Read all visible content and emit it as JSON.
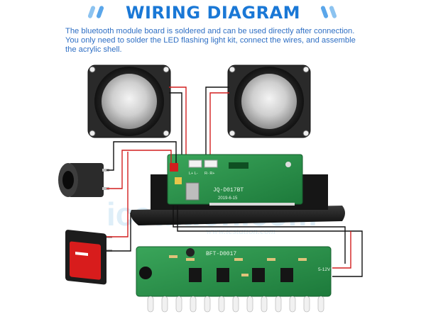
{
  "header": {
    "title": "WIRING DIAGRAM",
    "accent_color": "#1a78d6"
  },
  "description": {
    "line1": "The bluetooth module board is soldered and can be used directly after connection.",
    "line2": "You only need to solder the LED flashing light kit, connect the wires, and assemble",
    "line3": "the acrylic shell."
  },
  "bluetooth_board": {
    "model": "JQ-D017BT",
    "date": "2019-6-15",
    "connector_left": "L+ L-",
    "connector_right": "R- R+"
  },
  "led_board": {
    "model": "BFT-D0017",
    "power_label": "5-12V"
  },
  "watermark": {
    "logo": "icstation.com",
    "url": "www.icstation.com"
  },
  "icons": {
    "title_decoration": "double-slash-icon",
    "speaker": "speaker-icon",
    "dc_jack": "dc-jack-icon",
    "switch": "rocker-switch-icon",
    "microphone": "microphone-icon"
  }
}
